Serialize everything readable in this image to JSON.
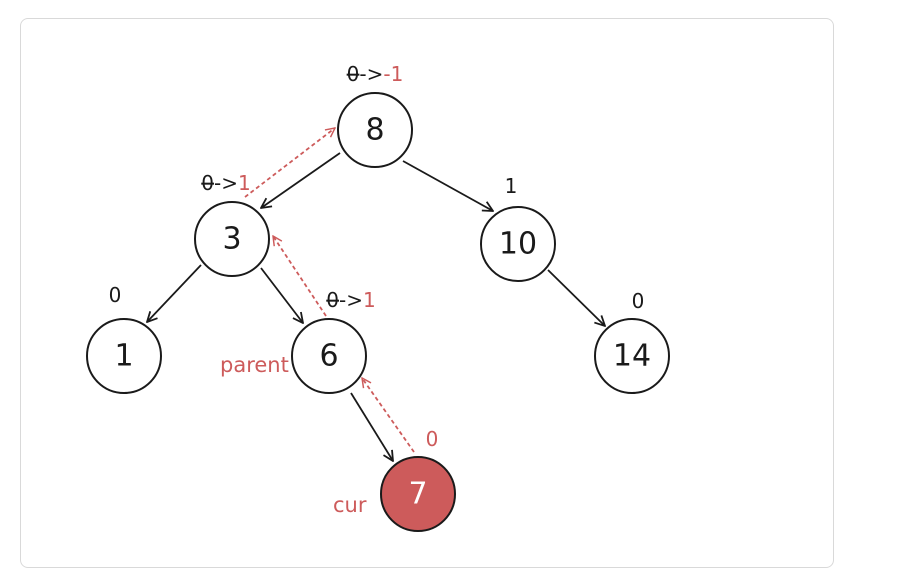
{
  "colors": {
    "accent": "#cd5b5b",
    "stroke": "#1a1a1a",
    "background": "#ffffff",
    "border": "#d9d9d9"
  },
  "nodes": [
    {
      "id": "n8",
      "value": "8",
      "old_bf": "0",
      "arrow": "->",
      "new_bf": "-1",
      "changed": true,
      "highlight": false
    },
    {
      "id": "n3",
      "value": "3",
      "old_bf": "0",
      "arrow": "->",
      "new_bf": "1",
      "changed": true,
      "highlight": false
    },
    {
      "id": "n10",
      "value": "10",
      "bf": "1",
      "changed": false,
      "highlight": false
    },
    {
      "id": "n1",
      "value": "1",
      "bf": "0",
      "changed": false,
      "highlight": false
    },
    {
      "id": "n6",
      "value": "6",
      "old_bf": "0",
      "arrow": "->",
      "new_bf": "1",
      "changed": true,
      "highlight": false
    },
    {
      "id": "n14",
      "value": "14",
      "bf": "0",
      "changed": false,
      "highlight": false
    },
    {
      "id": "n7",
      "value": "7",
      "bf": "0",
      "changed": false,
      "highlight": true
    }
  ],
  "edges": [
    {
      "from": "n8",
      "to": "n3"
    },
    {
      "from": "n8",
      "to": "n10"
    },
    {
      "from": "n3",
      "to": "n1"
    },
    {
      "from": "n3",
      "to": "n6"
    },
    {
      "from": "n10",
      "to": "n14"
    },
    {
      "from": "n6",
      "to": "n7"
    }
  ],
  "update_path": [
    {
      "from": "n7",
      "to": "n6"
    },
    {
      "from": "n6",
      "to": "n3"
    },
    {
      "from": "n3",
      "to": "n8"
    }
  ],
  "pointers": {
    "parent": "parent",
    "cur": "cur"
  }
}
